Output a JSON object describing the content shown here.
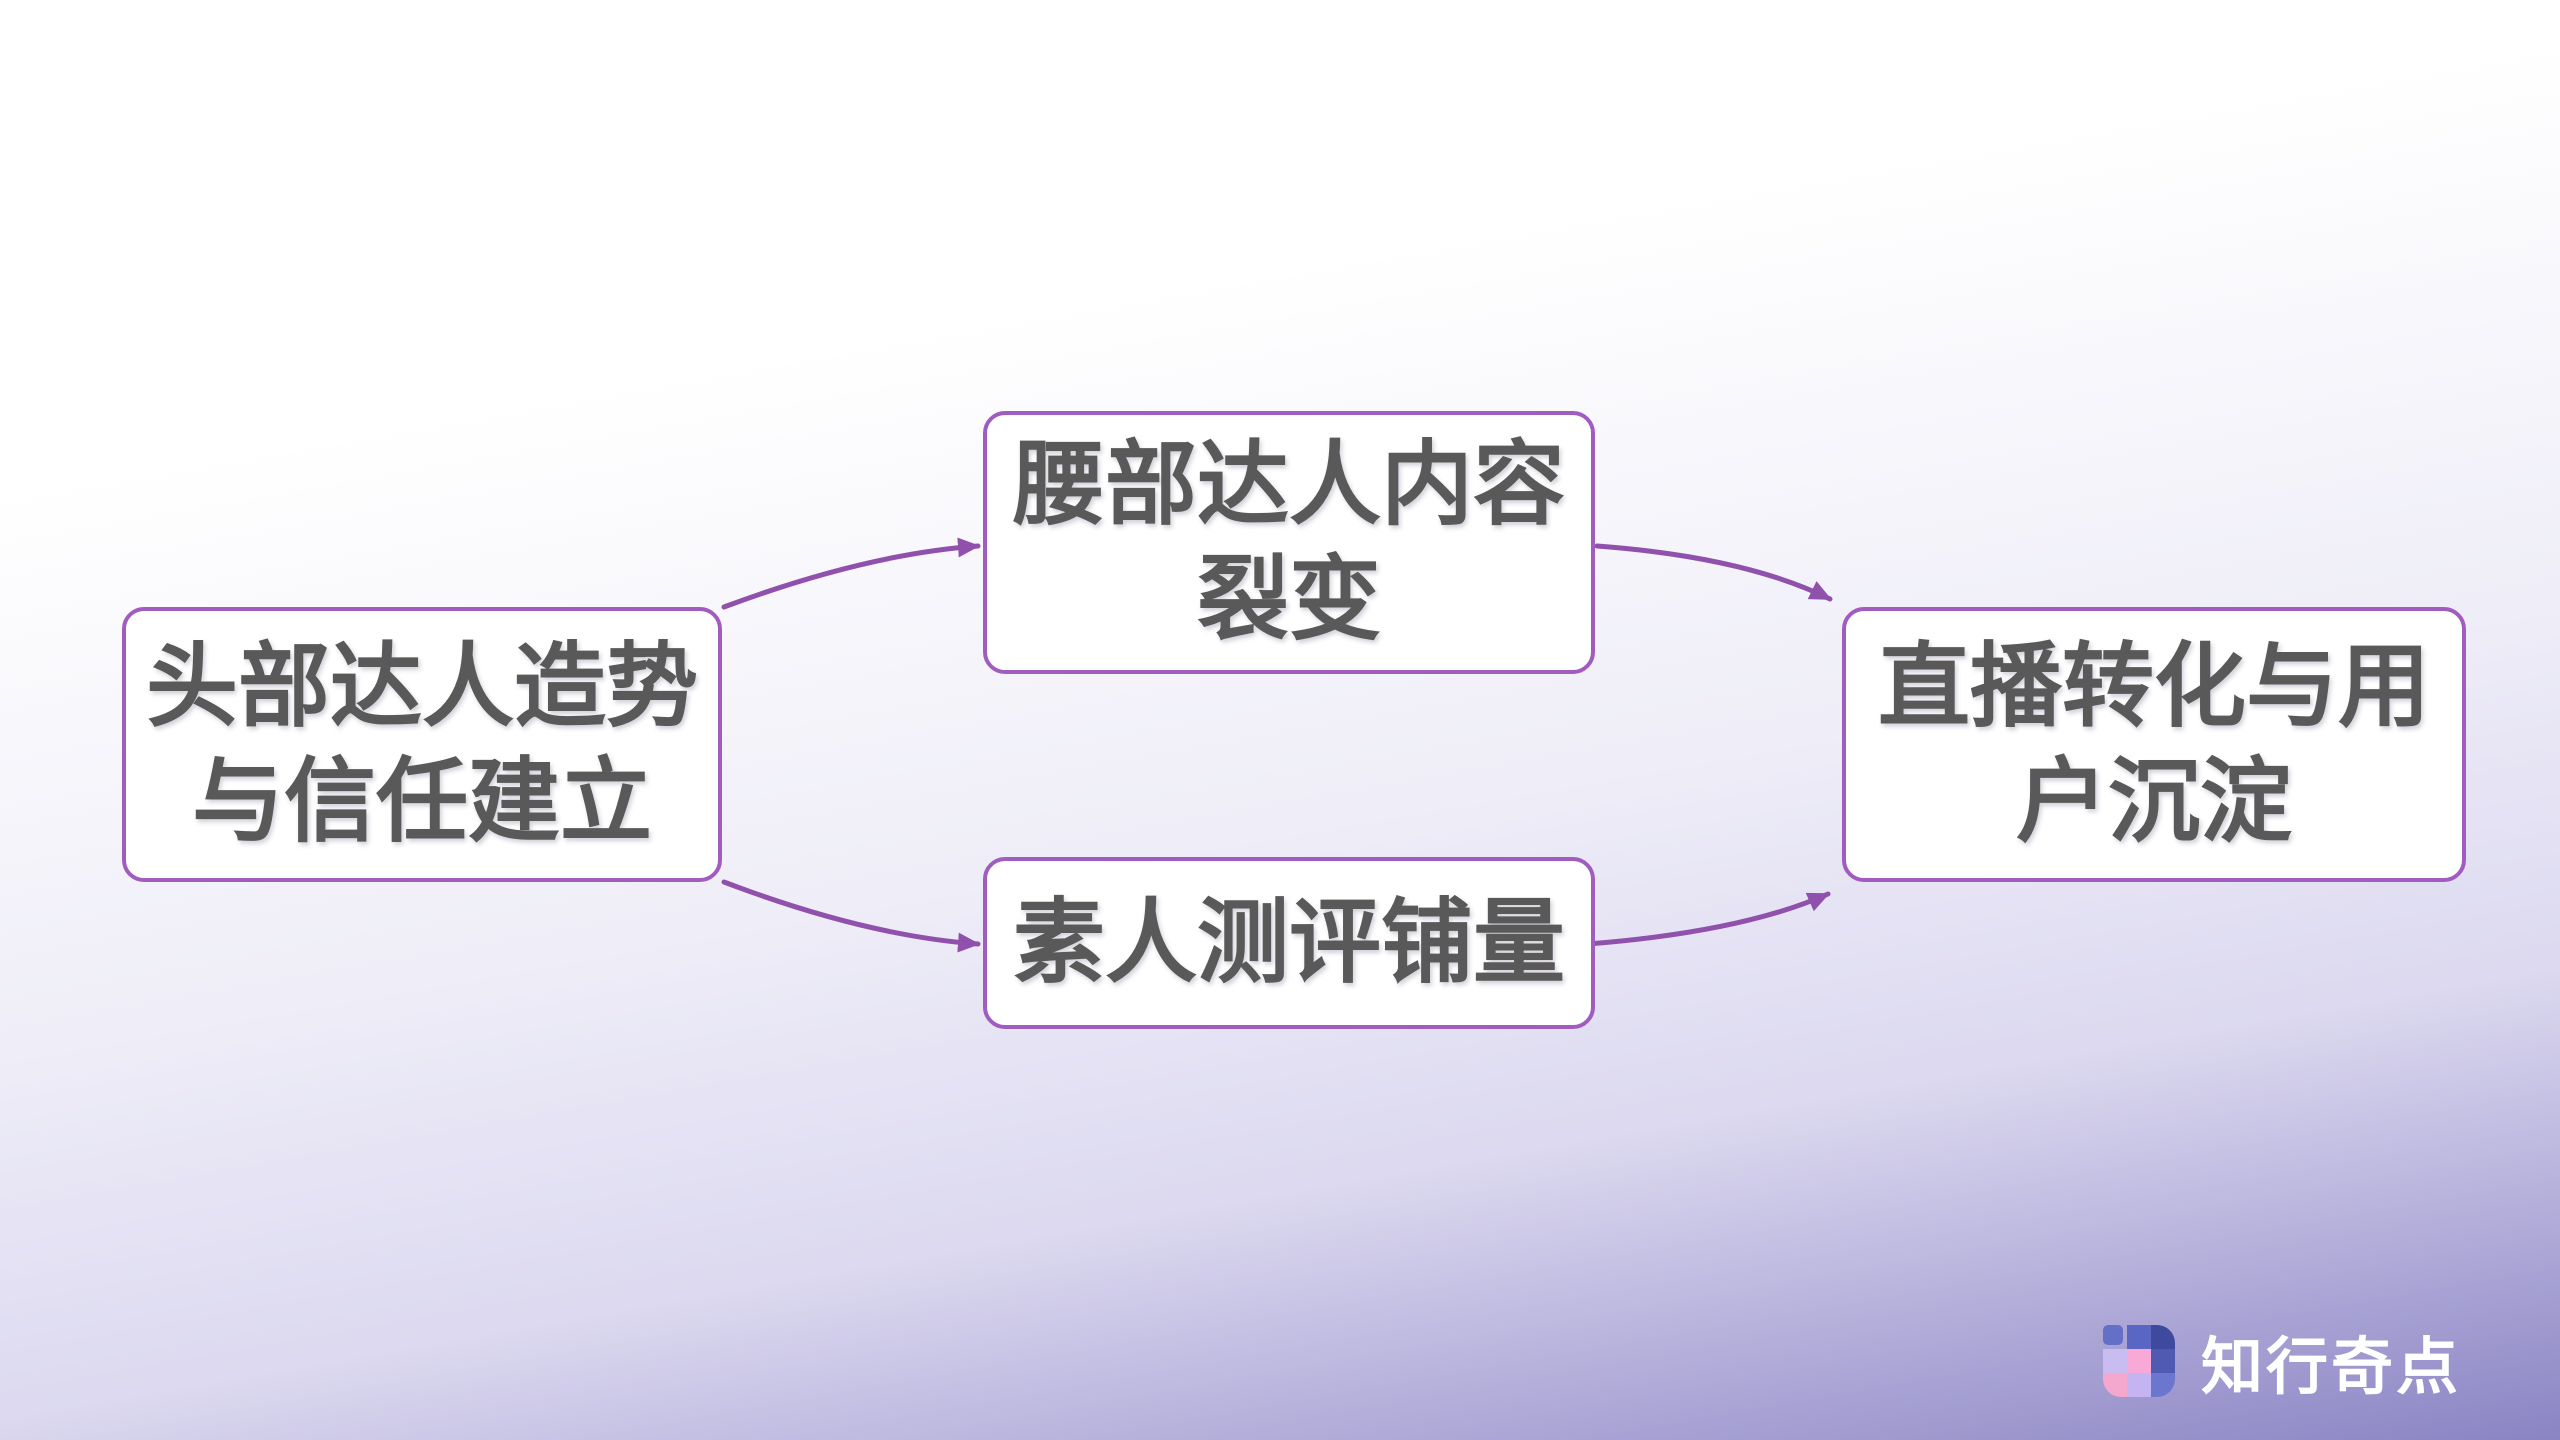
{
  "slide": {
    "kind": "flowchart-slide"
  },
  "colors": {
    "bg_top": "#ffffff",
    "bg_mid": "#dcd9f0",
    "bg_bottom": "#8b84c4",
    "box_border": "#a15cc0",
    "box_bg": "#ffffff",
    "box_text": "#595959",
    "arrow": "#8f51ac",
    "logo_text": "#ffffff"
  },
  "diagram": {
    "nodes": [
      {
        "id": "head-kol",
        "lines": [
          "头部达人造势",
          "与信任建立"
        ]
      },
      {
        "id": "waist-kol",
        "lines": [
          "腰部达人内容",
          "裂变"
        ]
      },
      {
        "id": "amateur-review",
        "lines": [
          "素人测评铺量"
        ]
      },
      {
        "id": "live-conversion",
        "lines": [
          "直播转化与用",
          "户沉淀"
        ]
      }
    ],
    "edges": [
      {
        "from": "head-kol",
        "to": "waist-kol"
      },
      {
        "from": "head-kol",
        "to": "amateur-review"
      },
      {
        "from": "waist-kol",
        "to": "live-conversion"
      },
      {
        "from": "amateur-review",
        "to": "live-conversion"
      }
    ]
  },
  "logo": {
    "text": "知行奇点",
    "icon": {
      "name": "pixel-grid-logo-icon",
      "cells": [
        {
          "pos": "detached-top-left",
          "color": "#6470c8"
        },
        {
          "pos": "top-middle",
          "color": "#5a66c4"
        },
        {
          "pos": "top-right",
          "color": "#3d4a9e"
        },
        {
          "pos": "middle-left",
          "color": "#c8bcf0"
        },
        {
          "pos": "middle-center",
          "color": "#f9a9d8"
        },
        {
          "pos": "middle-right",
          "color": "#4f5ab0"
        },
        {
          "pos": "bottom-left",
          "color": "#f5a8ce"
        },
        {
          "pos": "bottom-middle",
          "color": "#c5b4f2"
        },
        {
          "pos": "bottom-right",
          "color": "#6b76ce"
        }
      ]
    }
  }
}
